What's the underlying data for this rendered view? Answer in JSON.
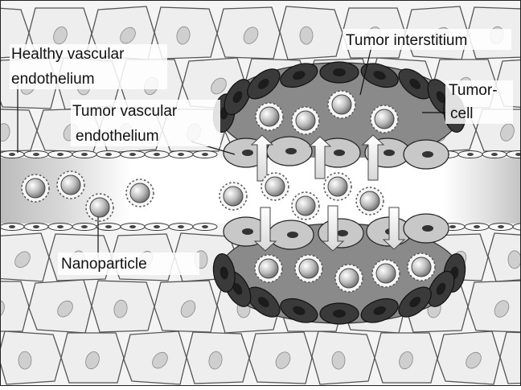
{
  "labels": {
    "healthy_line1": "Healthy vascular",
    "healthy_line2": "endothelium",
    "tumor_vasc_line1": "Tumor vascular",
    "tumor_vasc_line2": "endothelium",
    "interstitium": "Tumor interstitium",
    "tumor_cell_line1": "Tumor-",
    "tumor_cell_line2": "cell",
    "nanoparticle": "Nanoparticle"
  },
  "colors": {
    "tissue_fill": "#eeeeee",
    "tissue_stroke": "#555555",
    "nucleus": "#cfcfcf",
    "vessel_lumen": "#ffffff",
    "vessel_wall": "#d0d0d0",
    "tumor_interstitium": "#8a8a8a",
    "tumor_cell": "#3a3a3a",
    "tumor_cell_nucleus": "#1c1c1c",
    "tumor_endothelium": "#c8c8c8",
    "arrow": "#f2f2f2",
    "nanoparticle_core": "#bdbdbd"
  }
}
